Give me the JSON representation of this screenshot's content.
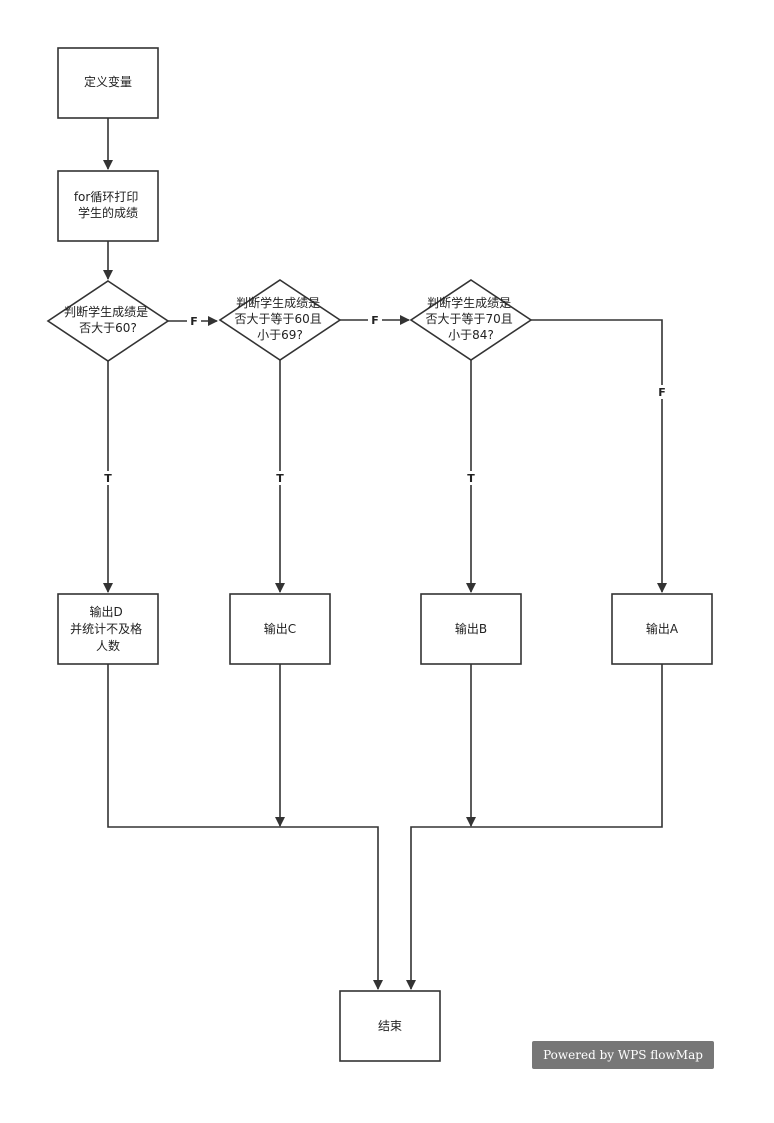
{
  "nodes": {
    "define": {
      "lines": [
        "定义变量"
      ]
    },
    "loop": {
      "lines": [
        "for循环打印",
        "学生的成绩"
      ]
    },
    "d1": {
      "lines": [
        "判断学生成绩是",
        "否大于60?"
      ]
    },
    "d2": {
      "lines": [
        "判断学生成绩是",
        "否大于等于60且",
        "小于69?"
      ]
    },
    "d3": {
      "lines": [
        "判断学生成绩是",
        "否大于等于70且",
        "小于84?"
      ]
    },
    "outD": {
      "lines": [
        "输出D",
        "并统计不及格",
        "人数"
      ]
    },
    "outC": {
      "lines": [
        "输出C"
      ]
    },
    "outB": {
      "lines": [
        "输出B"
      ]
    },
    "outA": {
      "lines": [
        "输出A"
      ]
    },
    "end": {
      "lines": [
        "结束"
      ]
    }
  },
  "edge_labels": {
    "true_label": "T",
    "false_label": "F"
  },
  "watermark": "Powered by WPS flowMap",
  "colors": {
    "stroke": "#333333",
    "watermark_bg": "#777777"
  }
}
